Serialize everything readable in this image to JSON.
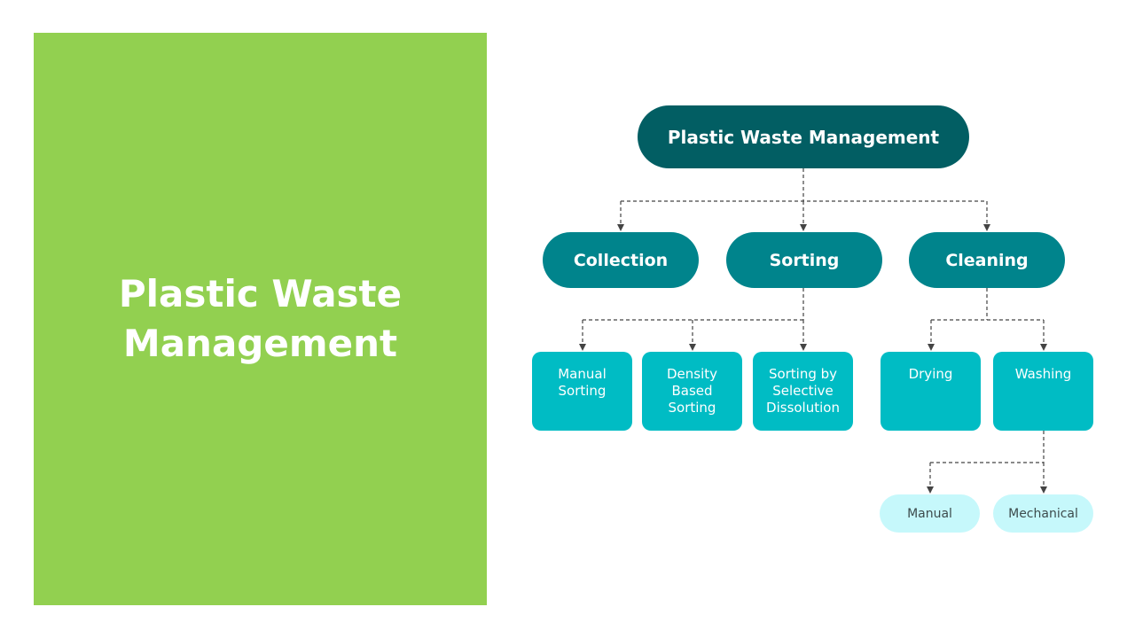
{
  "left_panel": {
    "title": "Plastic Waste Management"
  },
  "diagram": {
    "root": "Plastic Waste Management",
    "level1": {
      "collection": "Collection",
      "sorting": "Sorting",
      "cleaning": "Cleaning"
    },
    "sorting_children": {
      "manual_sorting": "Manual Sorting",
      "density_based_sorting": "Density Based Sorting",
      "selective_dissolution": "Sorting by Selective Dissolution"
    },
    "cleaning_children": {
      "drying": "Drying",
      "washing": "Washing"
    },
    "washing_children": {
      "manual": "Manual",
      "mechanical": "Mechanical"
    }
  },
  "colors": {
    "panel_green": "#92d050",
    "root_teal": "#025e63",
    "level1_teal": "#00848c",
    "leaf_cyan": "#00bcc4",
    "sub_light_cyan": "#c6f8fb",
    "connector": "#444444"
  }
}
